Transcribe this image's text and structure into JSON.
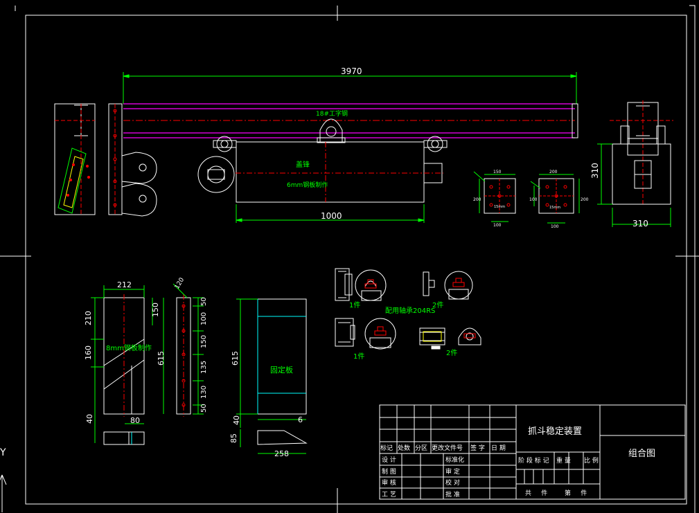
{
  "colors": {
    "background": "#000000",
    "frame": "#ffffff",
    "outline": "#ffffff",
    "dimension": "#00ff00",
    "centerline": "#ff0000",
    "beam": "#ff00ff",
    "hidden": "#00ffff",
    "label": "#00ff00",
    "axis": "#ffffff"
  },
  "dimensions": {
    "beam_length": "3970",
    "box_length": "1000",
    "side_height": "310",
    "side_width": "310",
    "plate_width": "212",
    "plate_h1": "210",
    "plate_h2": "160",
    "plate_h3": "150",
    "plate_total": "615",
    "plate_bottom": "40",
    "plate_bottom_w": "80",
    "angle": "120",
    "hole_spacing_1": "50",
    "hole_spacing_2": "100",
    "hole_spacing_3": "150",
    "hole_spacing_4": "135",
    "hole_spacing_5": "130",
    "hole_spacing_6": "50",
    "fixed_total": "615",
    "fixed_bottom": "40",
    "fixed_gap": "6",
    "wedge_h": "85",
    "wedge_w": "258",
    "sq1_w": "150",
    "sq1_h": "200",
    "sq1_b": "100",
    "sq1_r": "15mm",
    "sq2_w": "200",
    "sq2_h": "200",
    "sq2_b": "100",
    "sq2_r": "15mm",
    "sq_small": "100"
  },
  "labels": {
    "beam": "18#工字钢",
    "box_top": "盖锋",
    "box_material": "6mm钢板制作",
    "plate_material": "8mm钢板制作",
    "fixed_plate": "固定板",
    "bearing_note": "配用轴承204RS",
    "qty_1a": "1件",
    "qty_2a": "2件",
    "qty_1b": "1件",
    "qty_2b": "2件"
  },
  "title_block": {
    "project": "抓斗稳定装置",
    "drawing_name": "组合图",
    "header_cols": [
      "标记",
      "处数",
      "分区",
      "更改文件号",
      "签 字",
      "日 期"
    ],
    "rows": [
      {
        "left": "设 计",
        "right": "标准化"
      },
      {
        "left": "制 图",
        "right": "审 定"
      },
      {
        "left": "审 核",
        "right": "校 对"
      },
      {
        "left": "工 艺",
        "right": "批 准"
      }
    ],
    "stage_cols": [
      "阶 段 标 记",
      "重 量",
      "比 例"
    ],
    "footer_left": "共     件",
    "footer_right": "第     件"
  },
  "ucs": {
    "y_label": "Y"
  }
}
